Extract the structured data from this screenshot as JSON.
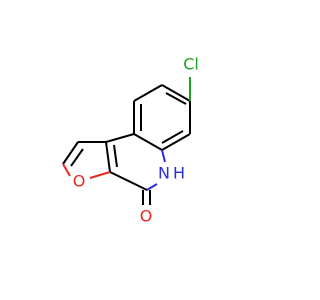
{
  "molecule": {
    "atoms": {
      "cl": {
        "label": "Cl",
        "color": "#1fa01f"
      },
      "o_ring": {
        "label": "O",
        "color": "#e8281e"
      },
      "n_h": {
        "label": "N",
        "color": "#2d2dd8"
      },
      "h_on_n": {
        "label": "H",
        "color": "#2d2dd8"
      },
      "o_carbonyl": {
        "label": "O",
        "color": "#e8281e"
      }
    }
  }
}
